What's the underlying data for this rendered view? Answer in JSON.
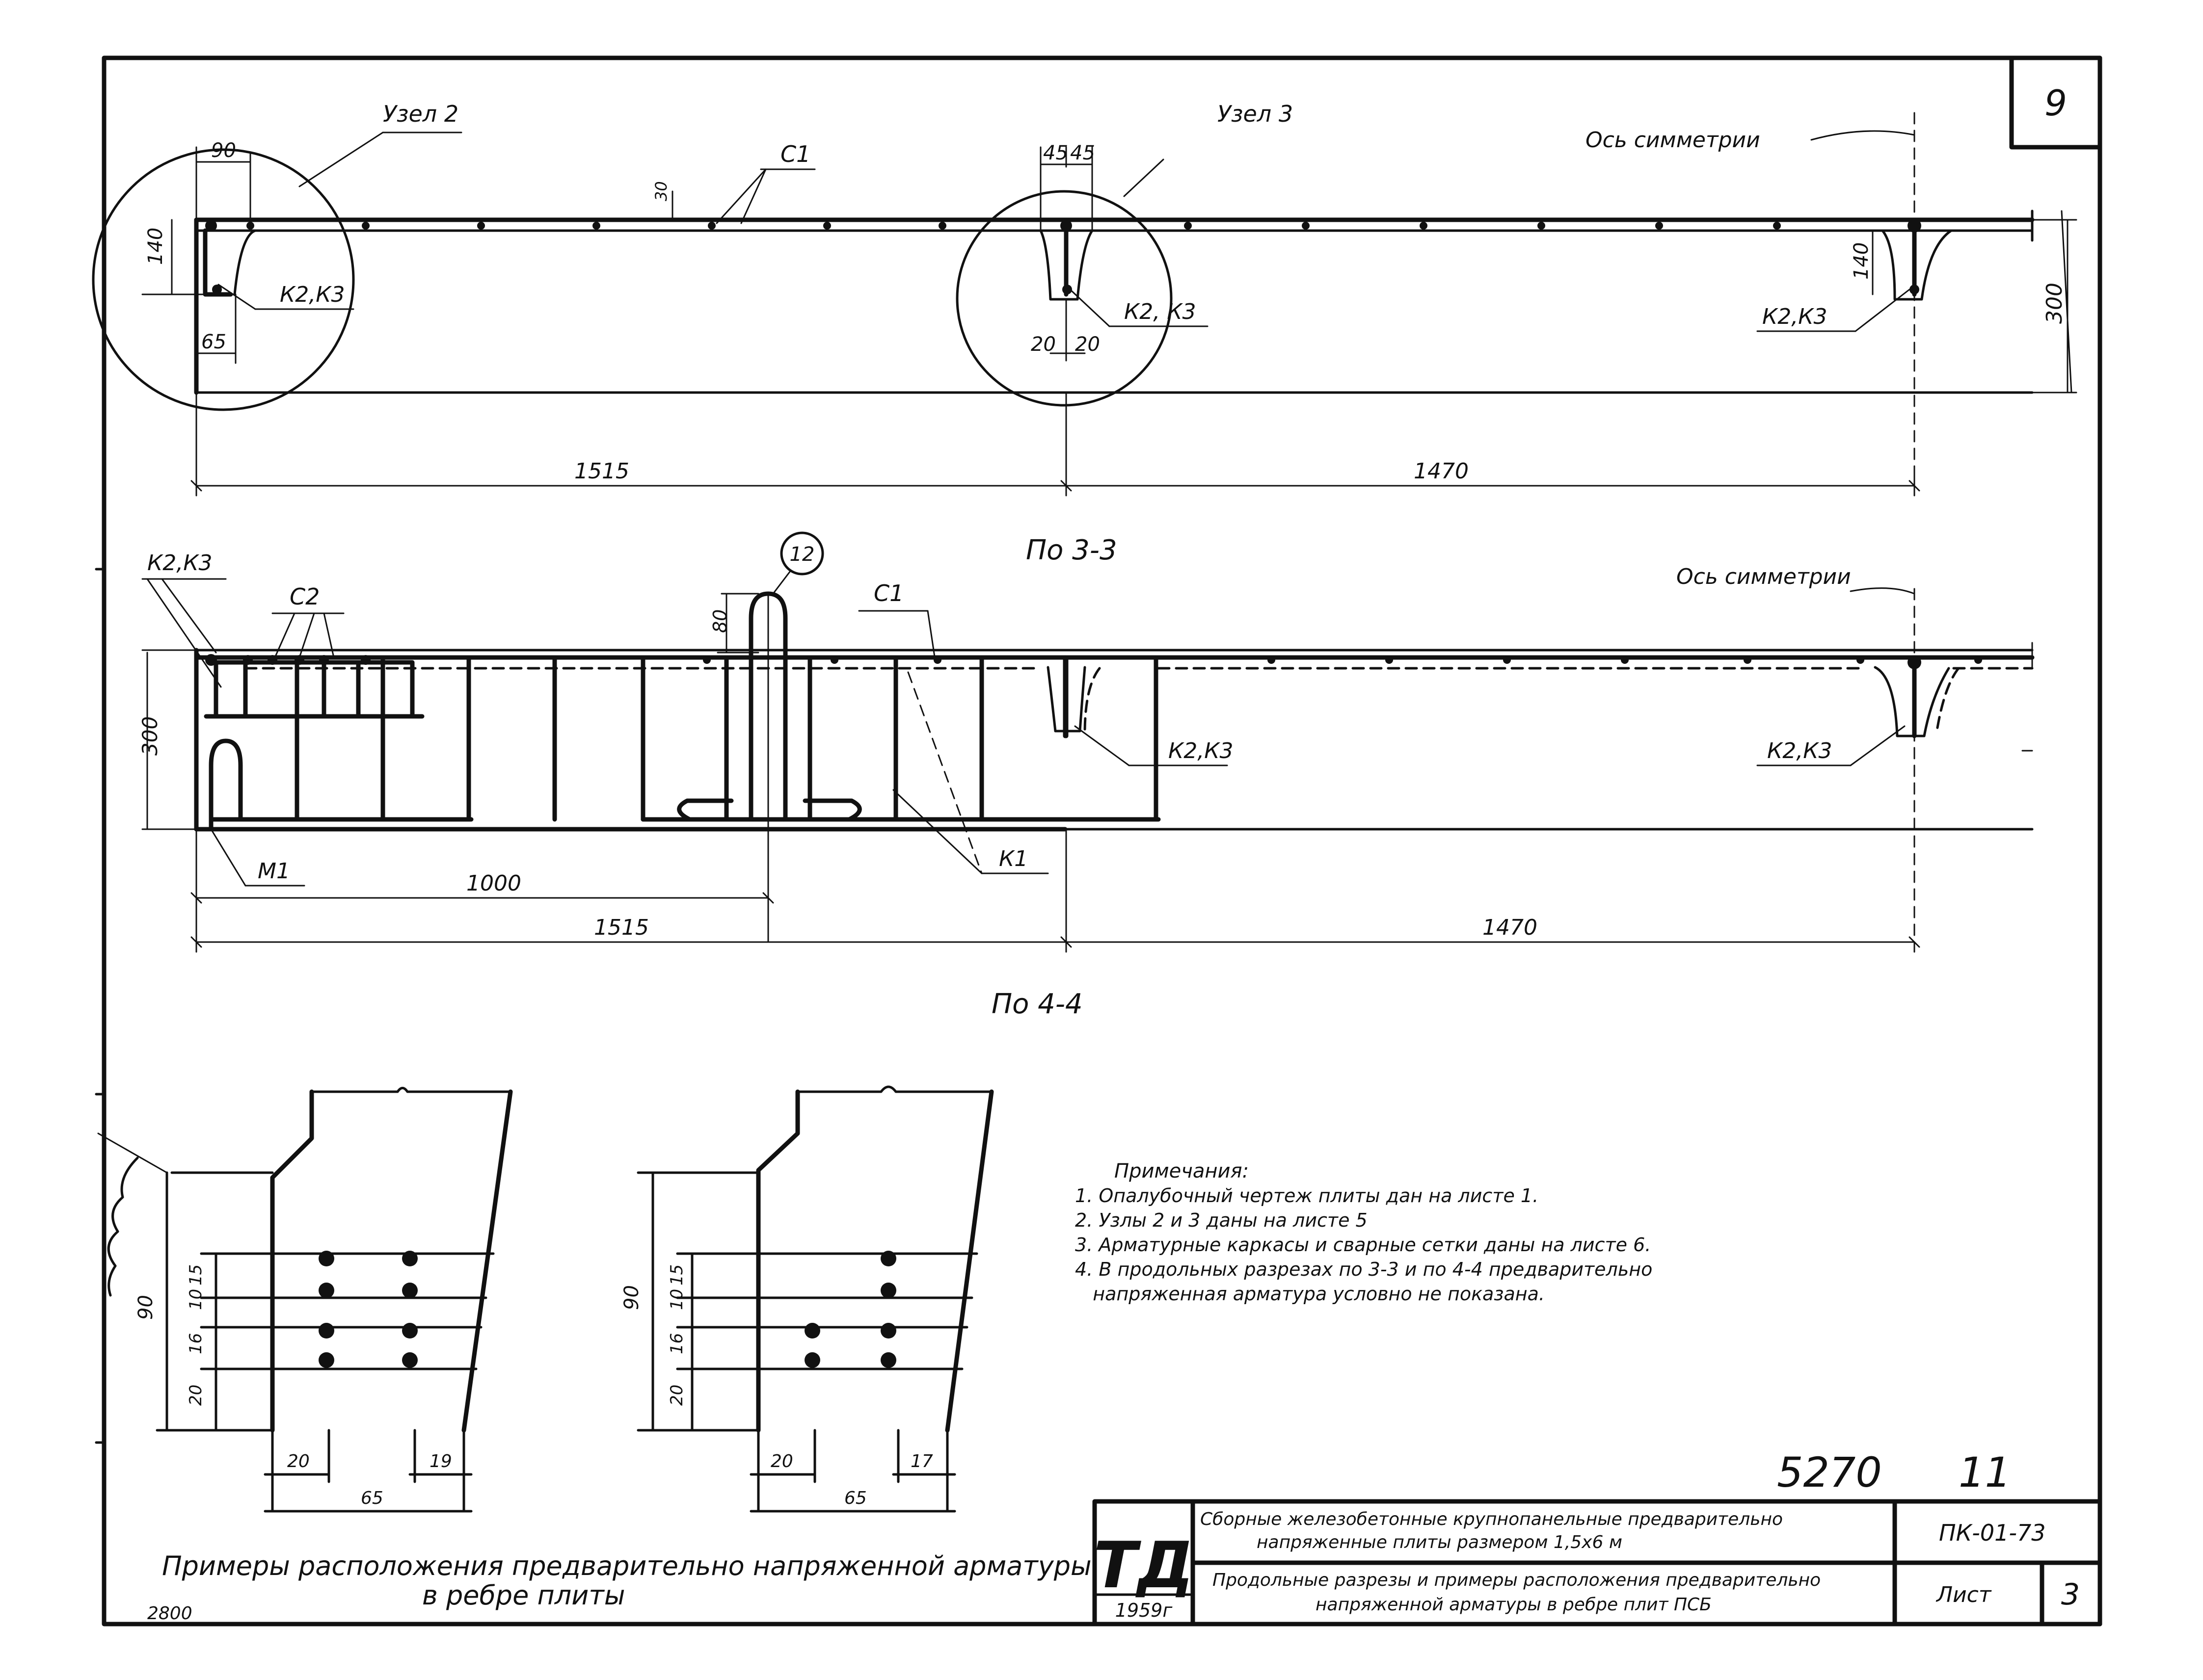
{
  "sheet": {
    "corner_number": "9",
    "stamp_number": "5270",
    "stamp_suffix": "11",
    "bottom_left_code": "2800"
  },
  "view1": {
    "node2_label": "Узел 2",
    "node3_label": "Узел 3",
    "symmetry_axis": "Ось симметрии",
    "rebar_c1": "С1",
    "cage_label": "К2,К3",
    "cage_label_mid": "К2, К3",
    "dims": {
      "d90": "90",
      "d30": "30",
      "d140_left": "140",
      "d65": "65",
      "d45a": "45",
      "d45b": "45",
      "d20a": "20",
      "d20b": "20",
      "d140_right": "140",
      "d300": "300",
      "d1515": "1515",
      "d1470": "1470"
    },
    "caption": "По 3-3"
  },
  "view2": {
    "cage_label": "К2,К3",
    "mesh_c2": "С2",
    "loop_marker": "12",
    "rebar_c1": "С1",
    "symmetry_axis": "Ось симметрии",
    "mesh_m1": "М1",
    "frame_k1": "К1",
    "dims": {
      "d80": "80",
      "d300": "300",
      "d1000": "1000",
      "d1515": "1515",
      "d1470": "1470"
    },
    "caption": "По 4-4"
  },
  "rib_examples": {
    "left": {
      "d90": "90",
      "d15": "15",
      "d10": "10",
      "d16": "16",
      "d20": "20",
      "b20": "20",
      "b19": "19",
      "b65": "65"
    },
    "right": {
      "d90": "90",
      "d15": "15",
      "d10": "10",
      "d16": "16",
      "d20": "20",
      "b20": "20",
      "b17": "17",
      "b65": "65"
    },
    "caption_line1": "Примеры расположения предварительно напряженной арматуры",
    "caption_line2": "в ребре плиты"
  },
  "notes": {
    "heading": "Примечания:",
    "items": [
      "1. Опалубочный чертеж плиты дан на листе 1.",
      "2. Узлы 2 и 3 даны на листе 5",
      "3. Арматурные каркасы и сварные сетки даны на листе 6.",
      "4. В продольных разрезах по 3-3 и по 4-4 предварительно",
      "   напряженная арматура условно не показана."
    ]
  },
  "title_block": {
    "logo": "ТД",
    "year": "1959г",
    "title_line1": "Сборные железобетонные крупнопанельные предварительно",
    "title_line2": "напряженные плиты размером 1,5х6 м",
    "subtitle_line1": "Продольные разрезы и примеры расположения предварительно",
    "subtitle_line2": "напряженной арматуры в ребре плит ПСБ",
    "series_code": "ПК-01-73",
    "sheet_label": "Лист",
    "sheet_number": "3"
  }
}
